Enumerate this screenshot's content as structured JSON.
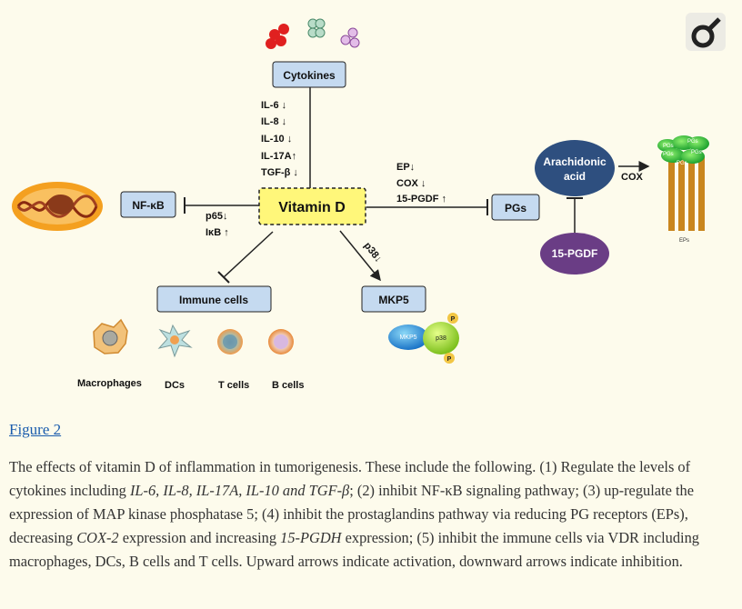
{
  "diagram": {
    "nodes": {
      "cytokines": "Cytokines",
      "vitamin_d": "Vitamin D",
      "nfkb": "NF-κB",
      "pgs": "PGs",
      "immune": "Immune cells",
      "mkp5": "MKP5",
      "arachidonic_1": "Arachidonic",
      "arachidonic_2": "acid",
      "pgdf_node": "15-PGDF"
    },
    "cytokine_list": [
      "IL-6 ↓",
      "IL-8 ↓",
      "IL-10 ↓",
      "IL-17A↑",
      "TGF-β ↓"
    ],
    "nfkb_list": [
      "p65↓",
      "IκB ↑"
    ],
    "pg_list": [
      "EP↓",
      "COX ↓",
      "15-PGDF ↑"
    ],
    "p38_label": "p38↓",
    "cox_label": "COX",
    "eps_label": "EPs",
    "pgs_small": "PGs",
    "mkp5_blob": "MKP5",
    "p38_blob": "p38",
    "p_marker": "P",
    "cells": [
      "Macrophages",
      "DCs",
      "T cells",
      "B cells"
    ],
    "colors": {
      "box": "#c5daf0",
      "vitd": "#fff77a",
      "arachidonic": "#2e4f7f",
      "pgdf": "#6a3d85"
    }
  },
  "caption": {
    "link": "Figure 2",
    "p1": "The effects of vitamin D of inflammation in tumorigenesis. These include the following. (1) Regulate the levels of cytokines including ",
    "i1": "IL-6, IL-8, IL-17A, IL-10 and TGF-β",
    "p2": "; (2) inhibit NF-κB signaling pathway; (3) up-regulate the expression of MAP kinase phosphatase 5; (4) inhibit the prostaglandins pathway via reducing PG receptors (EPs), decreasing ",
    "i2": "COX-2",
    "p3": " expression and increasing ",
    "i3": "15-PGDH",
    "p4": " expression; (5) inhibit the immune cells via VDR including macrophages, DCs, B cells and T cells. Upward arrows indicate activation, downward arrows indicate inhibition."
  }
}
